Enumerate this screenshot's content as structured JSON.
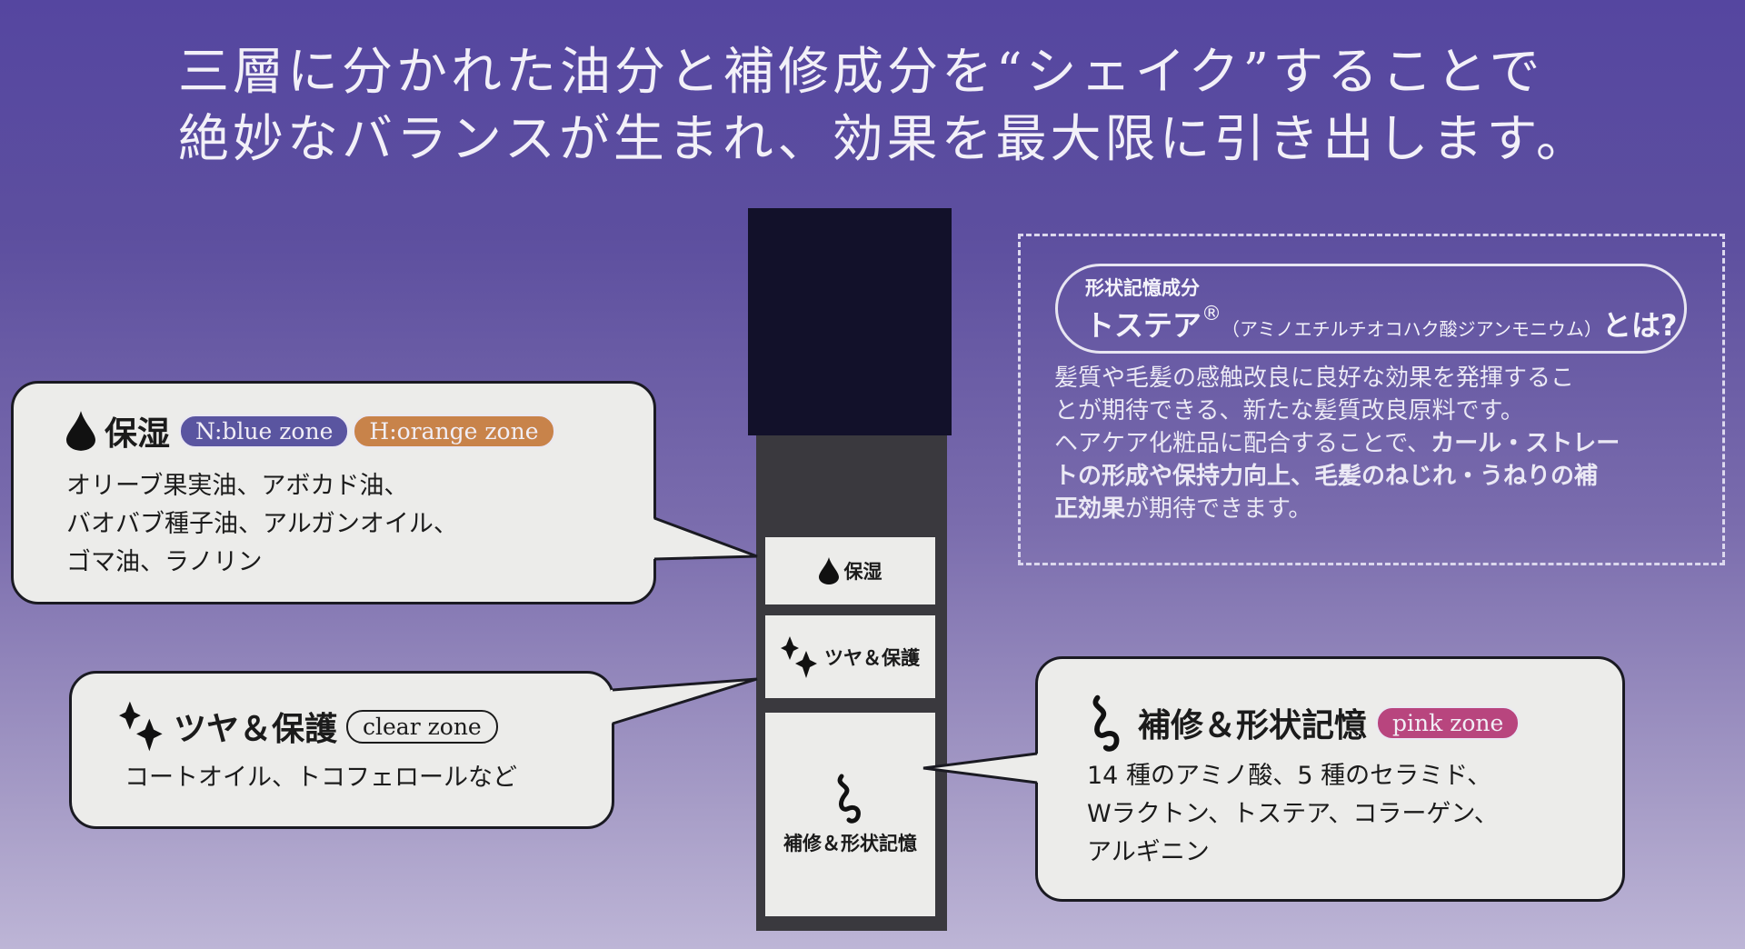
{
  "headline": {
    "line1": "三層に分かれた油分と補修成分を“シェイク”することで",
    "line2": "絶妙なバランスが生まれ、効果を最大限に引き出します。"
  },
  "bottle": {
    "layers": [
      {
        "icon": "drop-icon",
        "label": "保湿"
      },
      {
        "icon": "sparkle-icon",
        "label": "ツヤ＆保護"
      },
      {
        "icon": "curl-icon",
        "label": "補修＆形状記憶"
      }
    ]
  },
  "callouts": {
    "moisture": {
      "title": "保湿",
      "tags": [
        {
          "label": "N:blue zone",
          "color": "#5a55a0"
        },
        {
          "label": "H:orange zone",
          "color": "#c8834a"
        }
      ],
      "lines": [
        "オリーブ果実油、アボカド油、",
        "バオバブ種子油、アルガンオイル、",
        "ゴマ油、ラノリン"
      ]
    },
    "gloss": {
      "title": "ツヤ＆保護",
      "tag": "clear zone",
      "lines": [
        "コートオイル、トコフェロールなど"
      ]
    },
    "repair": {
      "title": "補修＆形状記憶",
      "tag": {
        "label": "pink zone",
        "color": "#b8457e"
      },
      "lines": [
        "14 種のアミノ酸、5 種のセラミド、",
        "Wラクトン、トステア、コラーゲン、",
        "アルギニン"
      ]
    }
  },
  "info": {
    "subtitle": "形状記憶成分",
    "name": "トステア",
    "reg": "®",
    "chemical": "（アミノエチルチオコハク酸ジアンモニウム）",
    "question": "とは?",
    "desc1": "髪質や毛髪の感触改良に良好な効果を発揮するこ",
    "desc2": "とが期待できる、新たな髪質改良原料です。",
    "desc3a": "ヘアケア化粧品に配合することで、",
    "desc3b": "カール・ストレー",
    "desc4": "トの形成や保持力向上、毛髪のねじれ・うねりの補",
    "desc5a": "正効果",
    "desc5b": "が期待できます。"
  }
}
